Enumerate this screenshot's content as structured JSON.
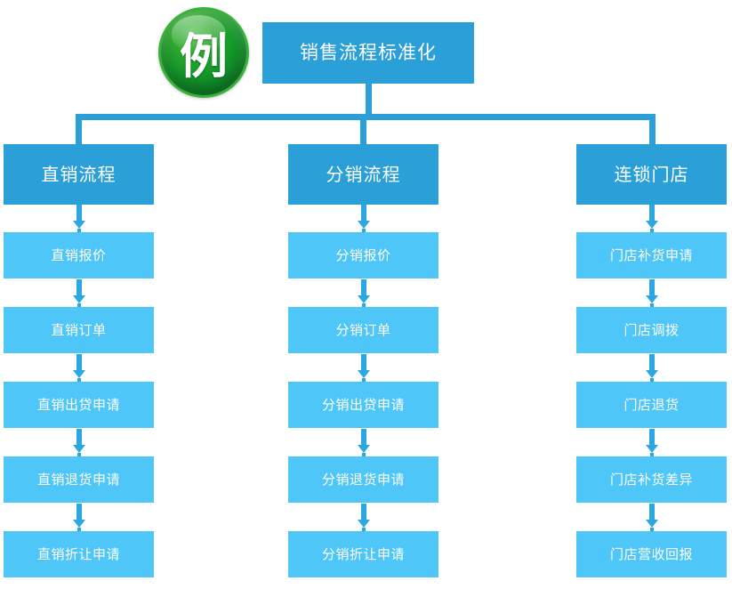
{
  "diagram": {
    "badge": {
      "label": "例",
      "icon": "example-badge-icon",
      "color": "#14992a"
    },
    "root": {
      "label": "销售流程标准化",
      "color": "#2a9fd8"
    },
    "branch_color": "#2a9fd8",
    "step_color": "#4ec6f7",
    "connector_color": "#2a9fd8",
    "arrow_color": "#2ba7e4",
    "columns": [
      {
        "header": "直销流程",
        "steps": [
          "直销报价",
          "直销订单",
          "直销出贷申请",
          "直销退货申请",
          "直销折让申请"
        ]
      },
      {
        "header": "分销流程",
        "steps": [
          "分销报价",
          "分销订单",
          "分销出贷申请",
          "分销退货申请",
          "分销折让申请"
        ]
      },
      {
        "header": "连锁门店",
        "steps": [
          "门店补货申请",
          "门店调拨",
          "门店退货",
          "门店补货差异",
          "门店营收回报"
        ]
      }
    ]
  }
}
